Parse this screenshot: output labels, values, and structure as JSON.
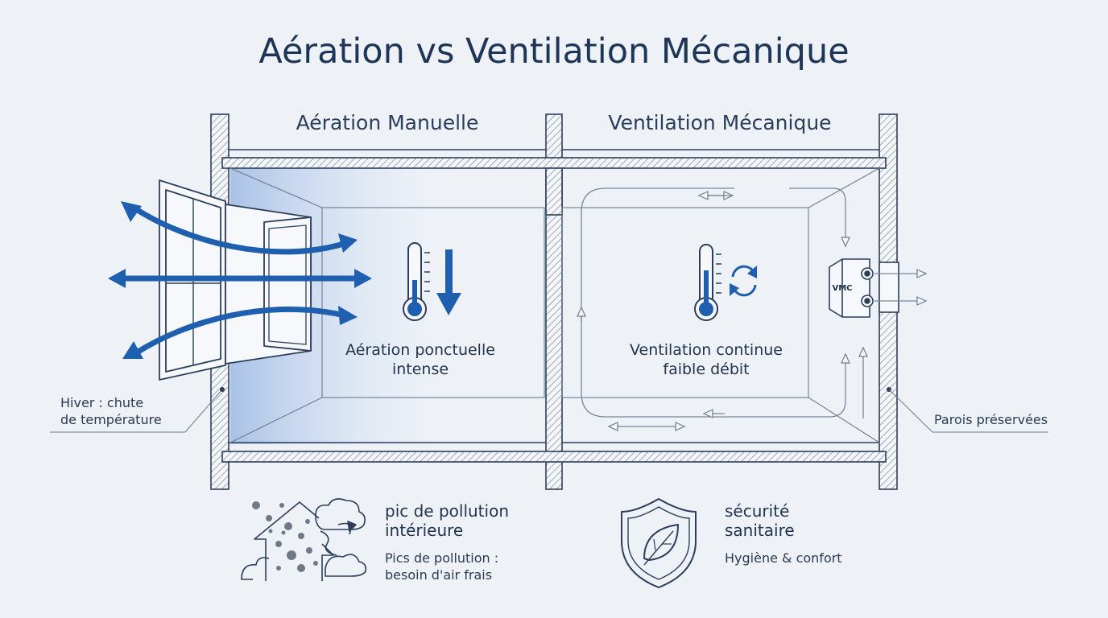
{
  "title": "Aération vs Ventilation Mécanique",
  "left": {
    "heading": "Aération Manuelle",
    "caption_line1": "Aération ponctuelle",
    "caption_line2": "intense",
    "note_line1": "Hiver : chute",
    "note_line2": "de température",
    "pollution_title_line1": "pic de pollution",
    "pollution_title_line2": "intérieure",
    "pollution_sub_line1": "Pics de pollution :",
    "pollution_sub_line2": "besoin d'air frais"
  },
  "right": {
    "heading": "Ventilation Mécanique",
    "caption_line1": "Ventilation continue",
    "caption_line2": "faible débit",
    "vmc_label": "VMC",
    "note": "Parois préservées",
    "safety_title_line1": "sécurité",
    "safety_title_line2": "sanitaire",
    "safety_sub": "Hygiène & confort"
  },
  "icons": {
    "thermometer_left": "thermometer-icon",
    "temp_down": "arrow-down-icon",
    "thermometer_right": "thermometer-icon",
    "cycle": "refresh-cycle-icon",
    "pollution": "house-pollution-icon",
    "shield": "shield-leaf-icon"
  },
  "colors": {
    "accent": "#1f5fb0",
    "line": "#2c3e5a",
    "light_line": "#8a96a8",
    "background": "#eef2f7"
  }
}
